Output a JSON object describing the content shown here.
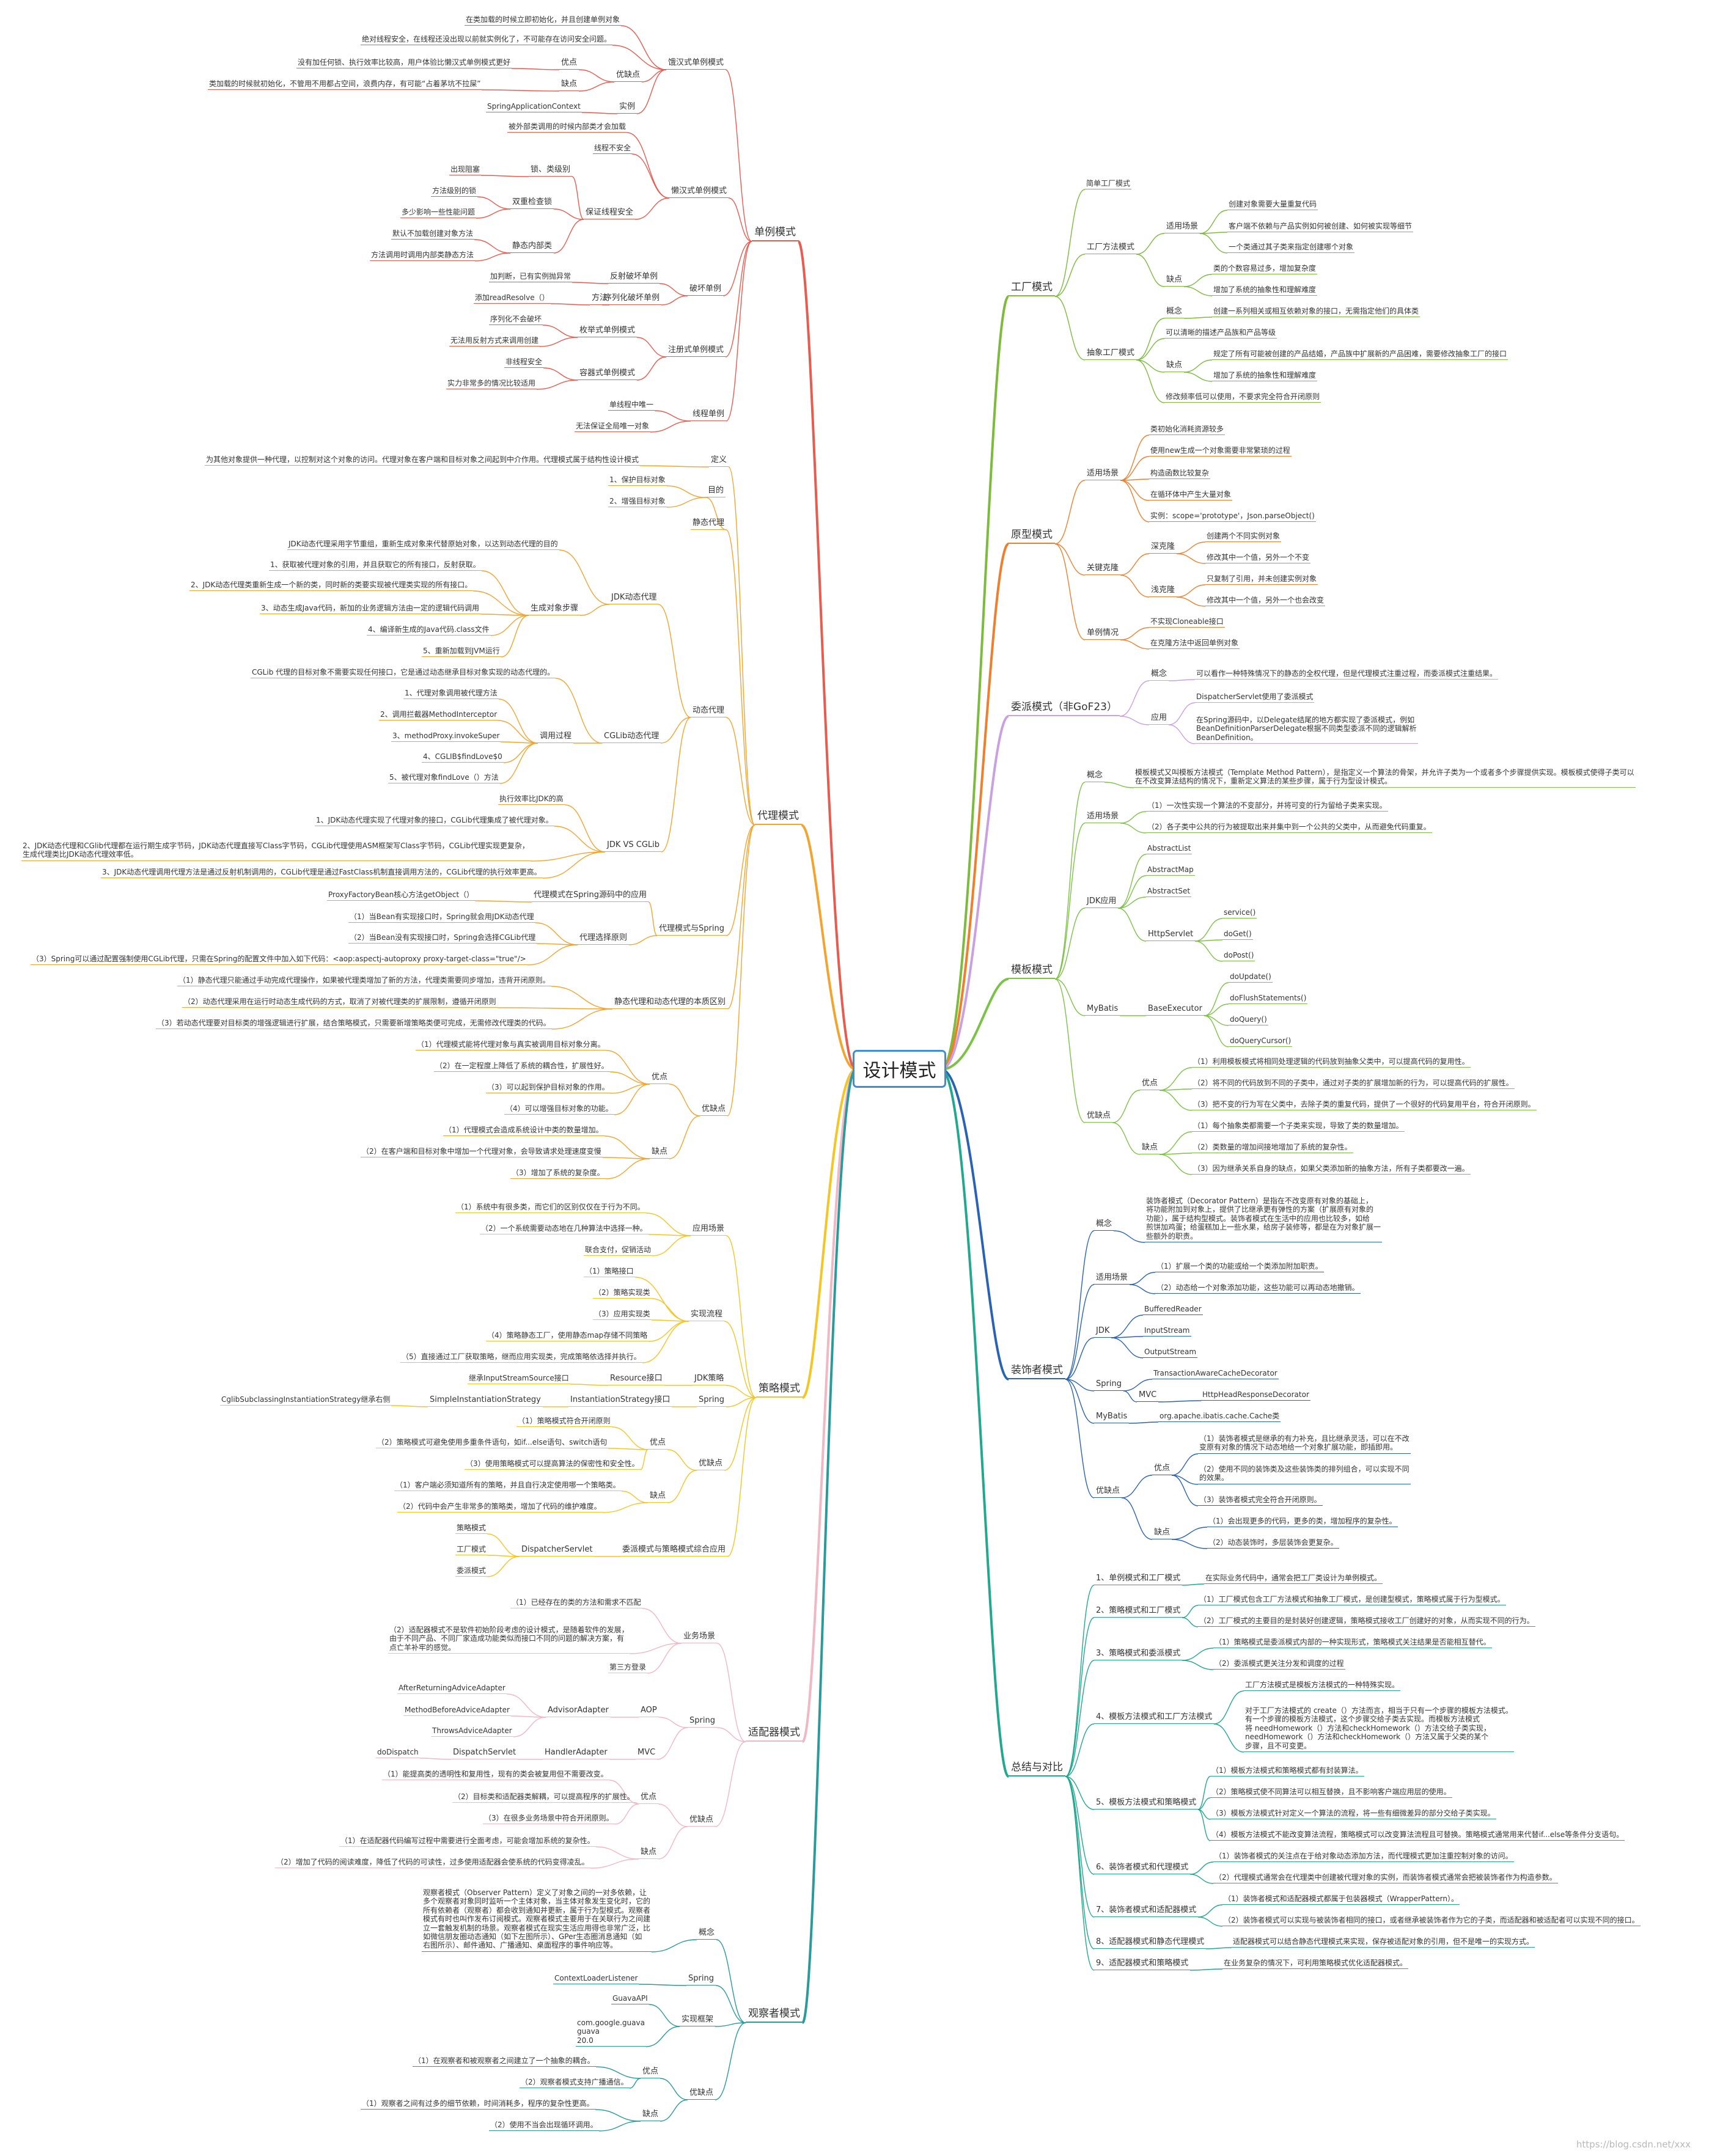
{
  "center": "设计模式",
  "watermark": "https://blog.csdn.net/xxx",
  "colors": {
    "singleton": "#e85b4f",
    "proxy": "#f3a42f",
    "strategy": "#f5c425",
    "adapter": "#f0b7c4",
    "observer": "#2a9a9a",
    "factory": "#7cbb3c",
    "prototype": "#ee7f2d",
    "delegate": "#c9a0e0",
    "template": "#7cc246",
    "decorator": "#2a63b3",
    "summary": "#21a88f"
  },
  "singleton": {
    "title": "单例模式",
    "hungry": "饿汉式单例模式",
    "h_init": "在类加载的时候立即初始化，并且创建单例对象",
    "h_safe": "绝对线程安全，在线程还没出现以前就实例化了，不可能存在访问安全问题。",
    "adv_dis": "优缺点",
    "adv": "优点",
    "adv_txt": "没有加任何锁、执行效率比较高，用户体验比懒汉式单例模式更好",
    "dis": "缺点",
    "dis_txt": "类加载的时候就初始化，不管用不用都占空间，浪费内存，有可能“占着茅坑不拉屎”",
    "inst": "实例",
    "inst_txt": "SpringApplicationContext",
    "lazy": "懒汉式单例模式",
    "l_init": "被外部类调用的时候内部类才会加载",
    "unsafe": "线程不安全",
    "safe": "保证线程安全",
    "lock": "锁、类级别",
    "lock1": "出现阻塞",
    "dcl": "双重检查锁",
    "dcl1": "方法级别的锁",
    "dcl2": "多少影响一些性能问题",
    "inner": "静态内部类",
    "inner1": "默认不加载创建对象方法",
    "inner2": "方法调用时调用内部类静态方法",
    "destroy": "破坏单例",
    "refl": "反射破坏单例",
    "refl_txt": "加判断，已有实例抛异常",
    "ser": "序列化破坏单例",
    "ser_m": "方法",
    "ser_txt": "添加readResolve（）",
    "reg": "注册式单例模式",
    "enum": "枚举式单例模式",
    "enum1": "序列化不会破坏",
    "enum2": "无法用反射方式来调用创建",
    "cont": "容器式单例模式",
    "cont1": "非线程安全",
    "cont2": "实力非常多的情况比较适用",
    "tl": "线程单例",
    "tl1": "单线程中唯一",
    "tl2": "无法保证全局唯一对象"
  },
  "proxy": {
    "title": "代理模式",
    "def": "定义",
    "def_txt": "为其他对象提供一种代理，以控制对这个对象的访问。代理对象在客户端和目标对象之间起到中介作用。代理模式属于结构性设计模式",
    "purpose": "目的",
    "p1": "1、保护目标对象",
    "p2": "2、增强目标对象",
    "static": "静态代理",
    "dynamic": "动态代理",
    "jdk": "JDK动态代理",
    "jdk_txt": "JDK动态代理采用字节重组，重新生成对象来代替原始对象，以达到动态代理的目的",
    "steps": "生成对象步骤",
    "s1": "1、获取被代理对象的引用，并且获取它的所有接口，反射获取。",
    "s2": "2、JDK动态代理类重新生成一个新的类，同时新的类要实现被代理类实现的所有接口。",
    "s3": "3、动态生成Java代码，新加的业务逻辑方法由一定的逻辑代码调用",
    "s4": "4、编译新生成的Java代码.class文件",
    "s5": "5、重新加载到JVM运行",
    "cglib": "CGLib动态代理",
    "cglib_txt": "CGLib 代理的目标对象不需要实现任何接口，它是通过动态继承目标对象实现的动态代理的。",
    "call": "调用过程",
    "c1": "1、代理对象调用被代理方法",
    "c2": "2、调用拦截器MethodInterceptor",
    "c3": "3、methodProxy.invokeSuper",
    "c4": "4、CGLIB$findLove$0",
    "c5": "5、被代理对象findLove（）方法",
    "cmp": "JDK VS CGLib",
    "cmp0": "执行效率比JDK的高",
    "cmp1": "1、JDK动态代理实现了代理对象的接口，CGLib代理集成了被代理对象。",
    "cmp2a": "2、JDK动态代理和CGlib代理都在运行期生成字节码，JDK动态代理直接写Class字节码，CGLib代理使用ASM框架写Class字节码，CGLib代理实现更复杂，",
    "cmp2b": "生成代理类比JDK动态代理效率低。",
    "cmp3": "3、JDK动态代理调用代理方法是通过反射机制调用的，CGLib代理是通过FastClass机制直接调用方法的，CGLib代理的执行效率更高。",
    "spring": "代理模式与Spring",
    "sp_bean": "ProxyFactoryBean核心方法getObject（）",
    "sp_bean2": "代理模式在Spring源码中的应用",
    "rule": "代理选择原则",
    "r1": "（1）当Bean有实现接口时，Spring就会用JDK动态代理",
    "r2": "（2）当Bean没有实现接口时，Spring会选择CGLib代理",
    "r3": "（3）Spring可以通过配置强制使用CGLib代理，只需在Spring的配置文件中加入如下代码：<aop:aspectj-autoproxy proxy-target-class=\"true\"/>",
    "essence": "静态代理和动态代理的本质区别",
    "e1": "（1）静态代理只能通过手动完成代理操作，如果被代理类增加了新的方法，代理类需要同步增加，违背开闭原则。",
    "e2": "（2）动态代理采用在运行时动态生成代码的方式，取消了对被代理类的扩展限制，遵循开闭原则",
    "e3": "（3）若动态代理要对目标类的增强逻辑进行扩展，结合策略模式，只需要新增策略类便可完成，无需修改代理类的代码。",
    "pros": "优缺点",
    "adv": "优点",
    "a1": "（1）代理模式能将代理对象与真实被调用目标对象分离。",
    "a2": "（2）在一定程度上降低了系统的耦合性，扩展性好。",
    "a3": "（3）可以起到保护目标对象的作用。",
    "a4": "（4）可以增强目标对象的功能。",
    "dis": "缺点",
    "d1": "（1）代理模式会造成系统设计中类的数量增加。",
    "d2": "（2）在客户端和目标对象中增加一个代理对象，会导致请求处理速度变慢",
    "d3": "（3）增加了系统的复杂度。"
  },
  "strategy": {
    "title": "策略模式",
    "scene": "应用场景",
    "sc1": "（1）系统中有很多类，而它们的区别仅仅在于行为不同。",
    "sc2": "（2）一个系统需要动态地在几种算法中选择一种。",
    "sc3": "联合支付，促销活动",
    "impl": "实现流程",
    "i1": "（1）策略接口",
    "i2": "（2）策略实现类",
    "i3": "（3）应用实现类",
    "i4": "（4）策略静态工厂，使用静态map存储不同策略",
    "i5": "（5）直接通过工厂获取策略，继而应用实现类，完成策略依选择并执行。",
    "jdk": "JDK策略",
    "jdk_m": "Resource接口",
    "jdk_txt": "继承InputStreamSource接口",
    "spring": "Spring",
    "sp_m": "InstantiationStrategy接口",
    "sp_a": "SimpleInstantiationStrategy",
    "sp_b": "CglibSubclassingInstantiationStrategy继承右侧",
    "pros": "优缺点",
    "adv": "优点",
    "a1": "（1）策略模式符合开闭原则",
    "a2": "（2）策略模式可避免使用多重条件语句，如if...else语句、switch语句",
    "a3": "（3）使用策略模式可以提高算法的保密性和安全性。",
    "dis": "缺点",
    "d1": "（1）客户端必须知道所有的策略，并且自行决定使用哪一个策略类。",
    "d2": "（2）代码中会产生非常多的策略类，增加了代码的维护难度。",
    "mix": "委派模式与策略模式综合应用",
    "mix_m": "DispatcherServlet",
    "mix1": "策略模式",
    "mix2": "工厂模式",
    "mix3": "委派模式"
  },
  "adapter": {
    "title": "适配器模式",
    "scene": "业务场景",
    "s1": "（1）已经存在的类的方法和需求不匹配",
    "s2a": "（2）适配器模式不是软件初始阶段考虑的设计模式，是随着软件的发展，",
    "s2b": "由于不同产品、不同厂家造成功能类似而接口不同的问题的解决方案，有",
    "s2c": "点亡羊补牢的感觉。",
    "s3": "第三方登录",
    "spring": "Spring",
    "aop": "AOP",
    "aop_m": "AdvisorAdapter",
    "aop1": "AfterReturningAdviceAdapter",
    "aop2": "MethodBeforeAdviceAdapter",
    "aop3": "ThrowsAdviceAdapter",
    "mvc": "MVC",
    "mvc_m": "HandlerAdapter",
    "mvc_a": "DispatchServlet",
    "mvc_b": "doDispatch",
    "pros": "优缺点",
    "adv": "优点",
    "a1": "（1）能提高类的透明性和复用性，现有的类会被复用但不需要改变。",
    "a2": "（2）目标类和适配器类解耦，可以提高程序的扩展性。",
    "a3": "（3）在很多业务场景中符合开闭原则。",
    "dis": "缺点",
    "d1": "（1）在适配器代码编写过程中需要进行全面考虑，可能会增加系统的复杂性。",
    "d2": "（2）增加了代码的阅读难度，降低了代码的可读性，过多使用适配器会使系统的代码变得凌乱。"
  },
  "observer": {
    "title": "观察者模式",
    "concept": "概念",
    "c1": "观察者模式（Observer Pattern）定义了对象之间的一对多依赖，让",
    "c2": "多个观察者对象同时监听一个主体对象，当主体对象发生变化时，它的",
    "c3": "所有依赖者（观察者）都会收到通知并更新，属于行为型模式。观察者",
    "c4": "模式有时也叫作发布订阅模式。观察者模式主要用于在关联行为之间建",
    "c5": "立一套触发机制的场景。观察者模式在现实生活应用得也非常广泛，比",
    "c6": "如微信朋友圈动态通知（如下左图所示）、GPer生态圈消息通知（如",
    "c7": "右图所示）、邮件通知、广播通知、桌面程序的事件响应等。",
    "spring": "Spring",
    "sp_txt": "ContextLoaderListener",
    "impl": "实现框架",
    "g1": "GuavaAPI",
    "g2a": "com.google.guava",
    "g2b": "guava",
    "g2c": "20.0",
    "pros": "优缺点",
    "adv": "优点",
    "a1": "（1）在观察者和被观察者之间建立了一个抽象的耦合。",
    "a2": "（2）观察者模式支持广播通信。",
    "dis": "缺点",
    "d1": "（1）观察者之间有过多的细节依赖，时间消耗多，程序的复杂性更高。",
    "d2": "（2）使用不当会出现循环调用。"
  },
  "factory": {
    "title": "工厂模式",
    "simple": "简单工厂模式",
    "method": "工厂方法模式",
    "scene": "适用场景",
    "sc1": "创建对象需要大量重复代码",
    "sc2": "客户端不依赖与产品实例如何被创建、如何被实现等细节",
    "sc3": "一个类通过其子类来指定创建哪个对象",
    "dis": "缺点",
    "d1": "类的个数容易过多，增加复杂度",
    "d2": "增加了系统的抽象性和理解难度",
    "abs": "抽象工厂模式",
    "concept": "概念",
    "concept_txt": "创建一系列相关或相互依赖对象的接口，无需指定他们的具体类",
    "ab1": "可以清晰的描述产品族和产品等级",
    "ab_dis": "缺点",
    "ab_d1": "规定了所有可能被创建的产品结婚，产品族中扩展新的产品困难，需要修改抽象工厂的接口",
    "ab_d2": "增加了系统的抽象性和理解难度",
    "ab2": "修改频率低可以使用，不要求完全符合开闭原则"
  },
  "prototype": {
    "title": "原型模式",
    "scene": "适用场景",
    "s1": "类初始化消耗资源较多",
    "s2": "使用new生成一个对象需要非常繁琐的过程",
    "s3": "构造函数比较复杂",
    "s4": "在循环体中产生大量对象",
    "s5": "实例：scope='prototype'，Json.parseObject()",
    "key": "关键克隆",
    "deep": "深克隆",
    "deep1": "创建两个不同实例对象",
    "deep2": "修改其中一个值，另外一个不变",
    "shallow": "浅克隆",
    "sh1": "只复制了引用，并未创建实例对象",
    "sh2": "修改其中一个值，另外一个也会改变",
    "single": "单例情况",
    "sg1": "不实现Cloneable接口",
    "sg2": "在克隆方法中返回单例对象"
  },
  "delegate": {
    "title": "委派模式（非GoF23）",
    "concept": "概念",
    "concept_txt": "可以看作一种特殊情况下的静态的全权代理，但是代理模式注重过程，而委派模式注重结果。",
    "app": "应用",
    "app1": "DispatcherServlet使用了委派模式",
    "app2a": "在Spring源码中，以Delegate结尾的地方都实现了委派模式，例如",
    "app2b": "BeanDefinitionParserDelegate根据不同类型委派不同的逻辑解析",
    "app2c": "BeanDefinition。"
  },
  "template": {
    "title": "模板模式",
    "concept": "概念",
    "c1": "模板模式又叫模板方法模式（Template Method Pattern），是指定义一个算法的骨架，并允许子类为一个或者多个步骤提供实现。模板模式使得子类可以",
    "c2": "在不改变算法结构的情况下，重新定义算法的某些步骤，属于行为型设计模式。",
    "scene": "适用场景",
    "s1": "（1）一次性实现一个算法的不变部分，并将可变的行为留给子类来实现。",
    "s2": "（2）各子类中公共的行为被提取出来并集中到一个公共的父类中，从而避免代码重复。",
    "jdk": "JDK应用",
    "j1": "AbstractList",
    "j2": "AbstractMap",
    "j3": "AbstractSet",
    "j4": "HttpServlet",
    "j4a": "service()",
    "j4b": "doGet()",
    "j4c": "doPost()",
    "mybatis": "MyBatis",
    "mb": "BaseExecutor",
    "mb1": "doUpdate()",
    "mb2": "doFlushStatements()",
    "mb3": "doQuery()",
    "mb4": "doQueryCursor()",
    "pros": "优缺点",
    "adv": "优点",
    "a1": "（1）利用模板模式将相同处理逻辑的代码放到抽象父类中，可以提高代码的复用性。",
    "a2": "（2）将不同的代码放到不同的子类中，通过对子类的扩展增加新的行为，可以提高代码的扩展性。",
    "a3": "（3）把不变的行为写在父类中，去除子类的重复代码，提供了一个很好的代码复用平台，符合开闭原则。",
    "dis": "缺点",
    "d1": "（1）每个抽象类都需要一个子类来实现，导致了类的数量增加。",
    "d2": "（2）类数量的增加间接地增加了系统的复杂性。",
    "d3": "（3）因为继承关系自身的缺点，如果父类添加新的抽象方法，所有子类都要改一遍。"
  },
  "decorator": {
    "title": "装饰者模式",
    "concept": "概念",
    "c1": "装饰者模式（Decorator Pattern）是指在不改变原有对象的基础上，",
    "c2": "将功能附加到对象上，提供了比继承更有弹性的方案（扩展原有对象的",
    "c3": "功能），属于结构型模式。装饰者模式在生活中的应用也比较多，如给",
    "c4": "煎饼加鸡蛋；给蛋糕加上一些水果，给房子装修等，都是在为对象扩展一",
    "c5": "些额外的职责。",
    "scene": "适用场景",
    "s1": "（1）扩展一个类的功能或给一个类添加附加职责。",
    "s2": "（2）动态给一个对象添加功能，这些功能可以再动态地撤销。",
    "jdk": "JDK",
    "j1": "BufferedReader",
    "j2": "InputStream",
    "j3": "OutputStream",
    "spring": "Spring",
    "sp1": "TransactionAwareCacheDecorator",
    "mvc": "MVC",
    "mvc_txt": "HttpHeadResponseDecorator",
    "mybatis": "MyBatis",
    "mb": "org.apache.ibatis.cache.Cache类",
    "pros": "优缺点",
    "adv": "优点",
    "a1a": "（1）装饰者模式是继承的有力补充，且比继承灵活，可以在不改",
    "a1b": "变原有对象的情况下动态地给一个对象扩展功能，即插即用。",
    "a2a": "（2）使用不同的装饰类及这些装饰类的排列组合，可以实现不同",
    "a2b": "的效果。",
    "a3": "（3）装饰者模式完全符合开闭原则。",
    "dis": "缺点",
    "d1": "（1）会出现更多的代码，更多的类，增加程序的复杂性。",
    "d2": "（2）动态装饰时，多层装饰会更复杂。"
  },
  "summary": {
    "title": "总结与对比",
    "i1": "1、单例模式和工厂模式",
    "i1t": "在实际业务代码中，通常会把工厂类设计为单例模式。",
    "i2": "2、策略模式和工厂模式",
    "i2a": "（1）工厂模式包含工厂方法模式和抽象工厂模式，是创建型模式，策略模式属于行为型模式。",
    "i2b": "（2）工厂模式的主要目的是封装好创建逻辑，策略模式接收工厂创建好的对象，从而实现不同的行为。",
    "i3": "3、策略模式和委派模式",
    "i3a": "（1）策略模式是委派模式内部的一种实现形式，策略模式关注结果是否能相互替代。",
    "i3b": "（2）委派模式更关注分发和调度的过程",
    "i4": "4、模板方法模式和工厂方法模式",
    "i4a": "工厂方法模式是模板方法模式的一种特殊实现。",
    "i4b1": "对于工厂方法模式的 create（）方法而言，相当于只有一个步骤的模板方法模式。",
    "i4b2": "有一个步骤的模板方法模式，这个步骤交给子类去实现。而模板方法模式",
    "i4b3": "将 needHomework（）方法和checkHomework（）方法交给子类实现，",
    "i4b4": "needHomework（）方法和checkHomework（）方法又属于父类的某个",
    "i4b5": "步骤，且不可变更。",
    "i5": "5、模板方法模式和策略模式",
    "i5a": "（1）模板方法模式和策略模式都有封装算法。",
    "i5b": "（2）策略模式使不同算法可以相互替换，且不影响客户端应用层的使用。",
    "i5c": "（3）模板方法模式针对定义一个算法的流程，将一些有细微差异的部分交给子类实现。",
    "i5d": "（4）模板方法模式不能改变算法流程，策略模式可以改变算法流程且可替换。策略模式通常用来代替if...else等条件分支语句。",
    "i6": "6、装饰者模式和代理模式",
    "i6a": "（1）装饰者模式的关注点在于给对象动态添加方法，而代理模式更加注重控制对象的访问。",
    "i6b": "（2）代理模式通常会在代理类中创建被代理对象的实例，而装饰者模式通常会把被装饰者作为构造参数。",
    "i7": "7、装饰者模式和适配器模式",
    "i7a": "（1）装饰者模式和适配器模式都属于包装器模式（WrapperPattern）。",
    "i7b": "（2）装饰者模式可以实现与被装饰者相同的接口，或者继承被装饰者作为它的子类，而适配器和被适配者可以实现不同的接口。",
    "i8": "8、适配器模式和静态代理模式",
    "i8t": "适配器模式可以结合静态代理模式来实现，保存被适配对象的引用，但不是唯一的实现方式。",
    "i9": "9、适配器模式和策略模式",
    "i9t": "在业务复杂的情况下，可利用策略模式优化适配器模式。"
  }
}
